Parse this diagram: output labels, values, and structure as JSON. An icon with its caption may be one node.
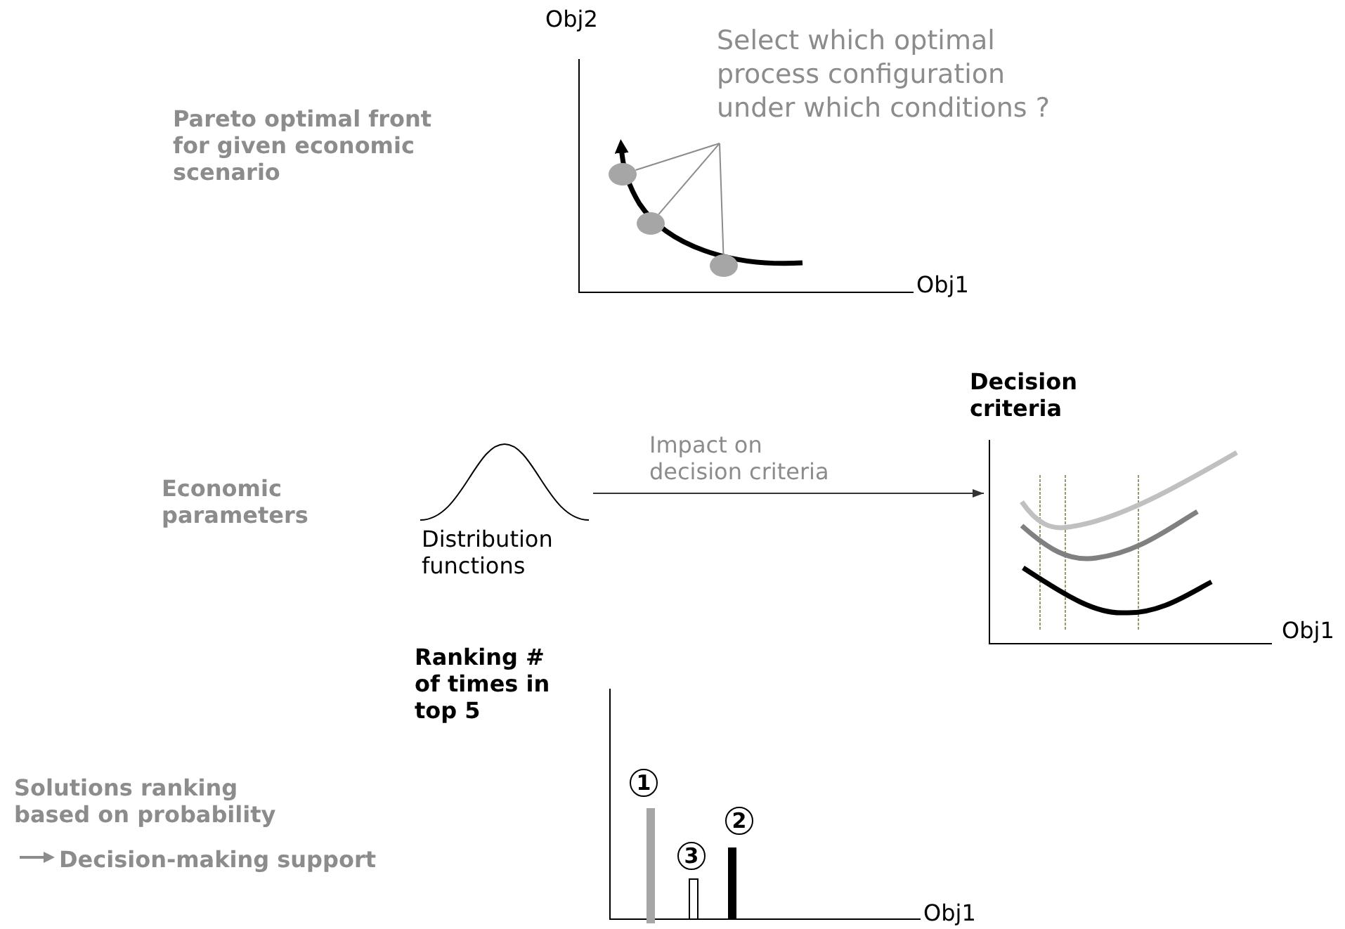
{
  "diagram": {
    "nodes": [
      {
        "text": [
          "Select which optimal process configuration under which conditions ?"
        ]
      },
      {
        "text": [],
        "shape": "circle"
      },
      {
        "text": [],
        "shape": "circle"
      },
      {
        "text": [],
        "shape": "circle"
      },
      {
        "text": [],
        "shape": "picture",
        "beside": [
          "Distribution functions"
        ]
      },
      {
        "text": [],
        "shape": "picture"
      },
      {
        "text": [
          "1"
        ]
      },
      {
        "text": [
          "2"
        ]
      },
      {
        "text": [
          "3"
        ]
      }
    ],
    "edges": [
      {
        "from": 0,
        "to": 1,
        "arrow": "none"
      },
      {
        "from": 0,
        "to": 2,
        "arrow": "none"
      },
      {
        "from": 0,
        "to": 3,
        "arrow": "none"
      },
      {
        "from": 4,
        "to": 5,
        "arrow": "to",
        "label": "Impact on decision criteria"
      }
    ],
    "labels": [
      "Obj2",
      "Pareto optimal front for given economic scenario",
      "Obj1",
      "Decision criteria",
      "Economic parameters",
      "Obj1",
      "Ranking # of times in top 5",
      "Solutions ranking based on probability",
      "Decision-making support",
      "Obj1"
    ]
  }
}
